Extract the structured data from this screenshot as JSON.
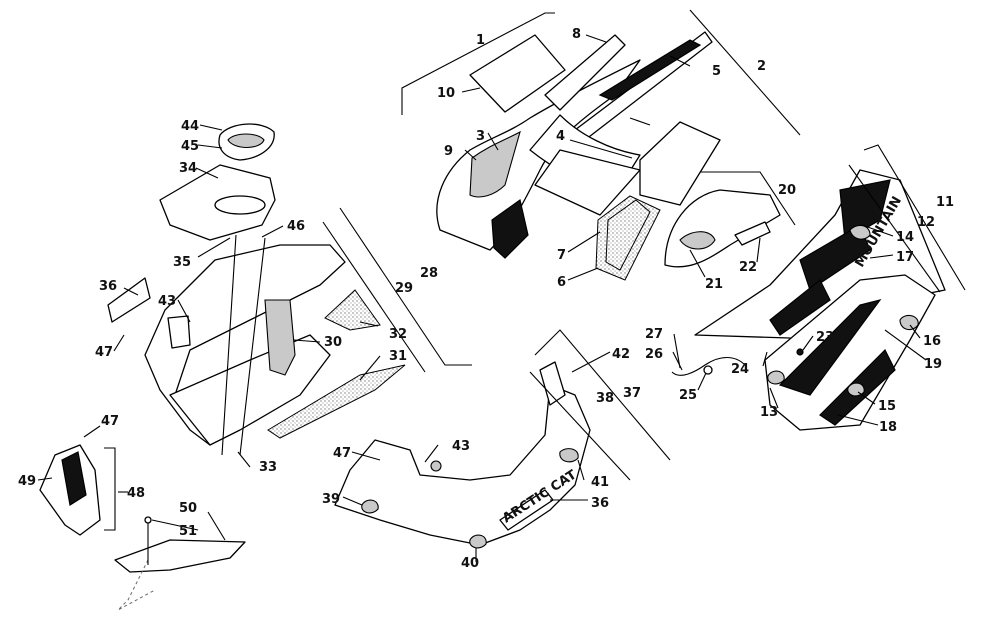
{
  "callouts": [
    "1",
    "2",
    "3",
    "4",
    "5",
    "6",
    "7",
    "8",
    "9",
    "10",
    "11",
    "12",
    "13",
    "14",
    "15",
    "16",
    "17",
    "18",
    "19",
    "20",
    "21",
    "22",
    "23",
    "24",
    "25",
    "26",
    "27",
    "28",
    "29",
    "30",
    "31",
    "32",
    "33",
    "34",
    "35",
    "36",
    "37",
    "38",
    "39",
    "40",
    "41",
    "42",
    "43",
    "43",
    "44",
    "45",
    "46",
    "47",
    "47",
    "47",
    "48",
    "49",
    "50",
    "51"
  ],
  "brand_logo": "ARCTIC CAT"
}
